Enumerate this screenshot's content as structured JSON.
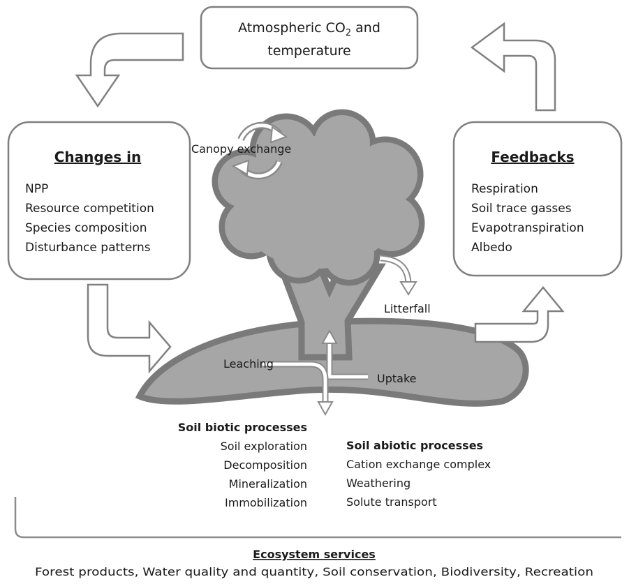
{
  "top_box": {
    "line1": "Atmospheric CO",
    "subscript": "2",
    "line1_suffix": " and",
    "line2": "temperature"
  },
  "left_box": {
    "heading": "Changes in",
    "items": [
      "NPP",
      "Resource competition",
      "Species composition",
      "Disturbance patterns"
    ]
  },
  "right_box": {
    "heading": "Feedbacks",
    "items": [
      "Respiration",
      "Soil trace gasses",
      "Evapotranspiration",
      "Albedo"
    ]
  },
  "labels": {
    "canopy_exchange": "Canopy exchange",
    "litterfall": "Litterfall",
    "leaching": "Leaching",
    "uptake": "Uptake"
  },
  "soil_biotic": {
    "heading": "Soil biotic processes",
    "items": [
      "Soil exploration",
      "Decomposition",
      "Mineralization",
      "Immobilization"
    ]
  },
  "soil_abiotic": {
    "heading": "Soil abiotic processes",
    "items": [
      "Cation exchange complex",
      "Weathering",
      "Solute transport"
    ]
  },
  "ecosystem_services": {
    "heading": "Ecosystem services",
    "text": "Forest products, Water quality and quantity, Soil conservation, Biodiversity, Recreation"
  },
  "colors": {
    "fill_gray": "#a6a6a6",
    "stroke_gray": "#808080",
    "text": "#1a1a1a"
  }
}
